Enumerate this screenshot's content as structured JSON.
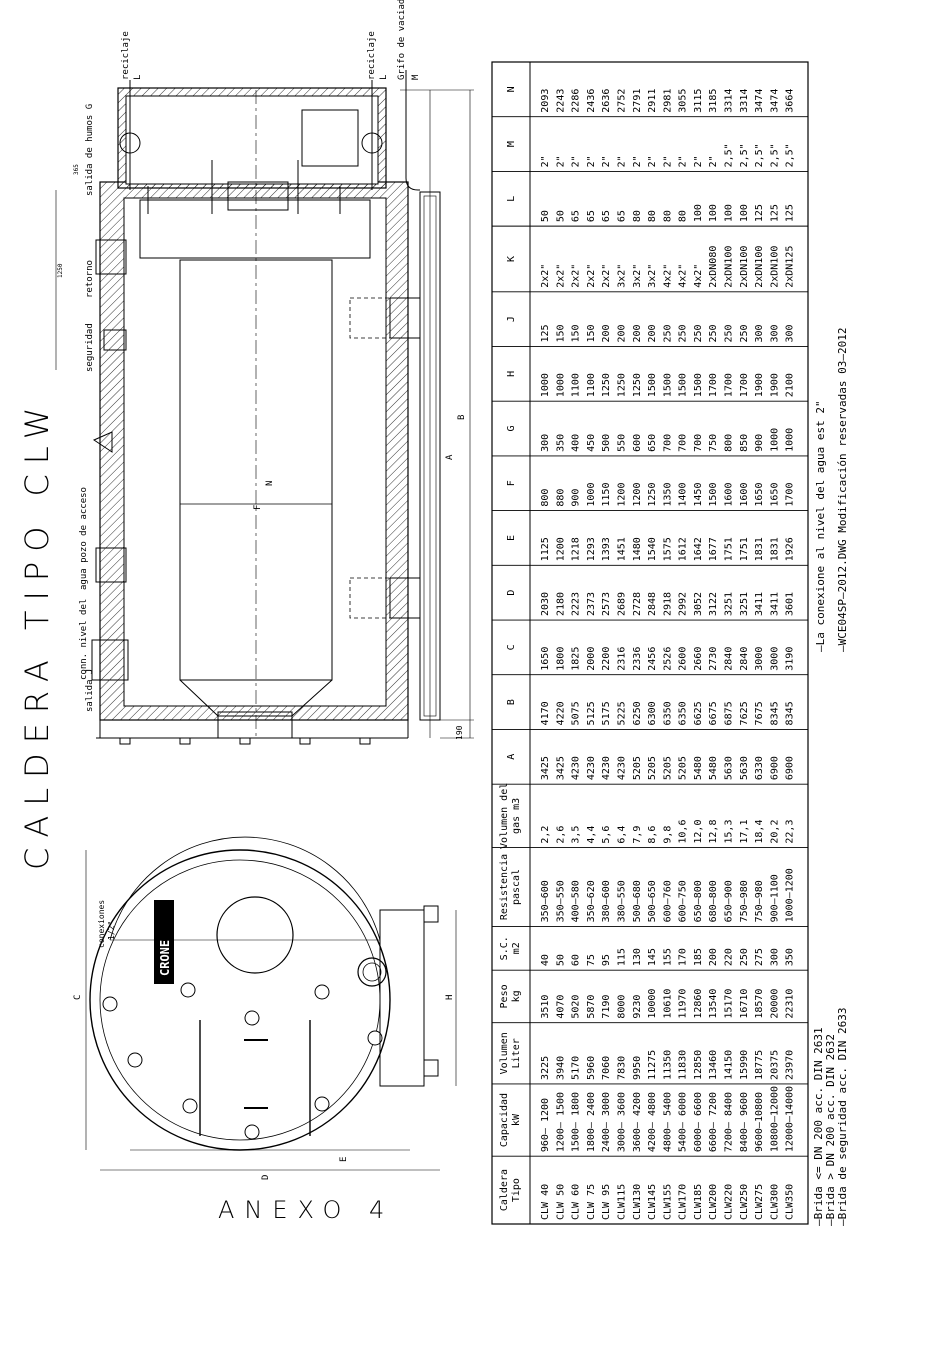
{
  "title": "CALDERA TIPO CLW",
  "annex": "ANEXO 4",
  "side_view_labels": {
    "reciclaje_left": "reciclaje",
    "L_left": "L",
    "reciclaje_right": "reciclaje",
    "L_right": "L",
    "grifo": "Grifo de vaciado",
    "M": "M",
    "salida_humos": "salida de humos G",
    "retorno": "retorno",
    "seguridad": "seguridad",
    "pozo_acceso": "agua pozo de acceso",
    "conn_nivel": "conn. nivel del",
    "salida_J": "salida J",
    "A": "A",
    "B": "B",
    "N": "N",
    "F": "F",
    "dim_365": "365",
    "dim_1250": "1250",
    "dim_190": "190"
  },
  "front_view_labels": {
    "conexiones": "conexiones",
    "conexiones_size": "1/2\"",
    "brand": "CRONE",
    "C": "C",
    "H": "H",
    "D": "D",
    "E": "E"
  },
  "table": {
    "headers": [
      [
        "Caldera",
        "Tipo"
      ],
      [
        "Capacidad",
        "kW"
      ],
      [
        "Volumen",
        "Liter"
      ],
      [
        "Peso",
        "kg"
      ],
      [
        "S.C.",
        "m2"
      ],
      [
        "Resistencia",
        "pascal"
      ],
      [
        "Volumen del",
        "gas m3"
      ],
      [
        "A"
      ],
      [
        "B"
      ],
      [
        "C"
      ],
      [
        "D"
      ],
      [
        "E"
      ],
      [
        "F"
      ],
      [
        "G"
      ],
      [
        "H"
      ],
      [
        "J"
      ],
      [
        "K"
      ],
      [
        "L"
      ],
      [
        "M"
      ],
      [
        "N"
      ]
    ],
    "rows": [
      [
        "CLW 40",
        "960– 1200",
        "3225",
        "3510",
        "40",
        "350–600",
        "2,2",
        "3425",
        "4170",
        "1650",
        "2030",
        "1125",
        "800",
        "300",
        "1000",
        "125",
        "2x2\"",
        "50",
        "2\"",
        "2093"
      ],
      [
        "CLW 50",
        "1200– 1500",
        "3940",
        "4070",
        "50",
        "350–550",
        "2,6",
        "3425",
        "4220",
        "1800",
        "2180",
        "1200",
        "880",
        "350",
        "1000",
        "150",
        "2x2\"",
        "50",
        "2\"",
        "2243"
      ],
      [
        "CLW 60",
        "1500– 1800",
        "5170",
        "5020",
        "60",
        "400–580",
        "3,5",
        "4230",
        "5075",
        "1825",
        "2223",
        "1218",
        "900",
        "400",
        "1100",
        "150",
        "2x2\"",
        "65",
        "2\"",
        "2286"
      ],
      [
        "CLW 75",
        "1800– 2400",
        "5960",
        "5870",
        "75",
        "350–620",
        "4,4",
        "4230",
        "5125",
        "2000",
        "2373",
        "1293",
        "1000",
        "450",
        "1100",
        "150",
        "2x2\"",
        "65",
        "2\"",
        "2436"
      ],
      [
        "CLW 95",
        "2400– 3000",
        "7060",
        "7190",
        "95",
        "380–600",
        "5,6",
        "4230",
        "5175",
        "2200",
        "2573",
        "1393",
        "1150",
        "500",
        "1250",
        "200",
        "2x2\"",
        "65",
        "2\"",
        "2636"
      ],
      [
        "CLW115",
        "3000– 3600",
        "7830",
        "8000",
        "115",
        "380–550",
        "6,4",
        "4230",
        "5225",
        "2316",
        "2689",
        "1451",
        "1200",
        "550",
        "1250",
        "200",
        "3x2\"",
        "65",
        "2\"",
        "2752"
      ],
      [
        "CLW130",
        "3600– 4200",
        "9950",
        "9230",
        "130",
        "500–680",
        "7,9",
        "5205",
        "6250",
        "2336",
        "2728",
        "1480",
        "1200",
        "600",
        "1250",
        "200",
        "3x2\"",
        "80",
        "2\"",
        "2791"
      ],
      [
        "CLW145",
        "4200– 4800",
        "11275",
        "10000",
        "145",
        "500–650",
        "8,6",
        "5205",
        "6300",
        "2456",
        "2848",
        "1540",
        "1250",
        "650",
        "1500",
        "200",
        "3x2\"",
        "80",
        "2\"",
        "2911"
      ],
      [
        "CLW155",
        "4800– 5400",
        "11350",
        "10610",
        "155",
        "600–760",
        "9,8",
        "5205",
        "6350",
        "2526",
        "2918",
        "1575",
        "1350",
        "700",
        "1500",
        "250",
        "4x2\"",
        "80",
        "2\"",
        "2981"
      ],
      [
        "CLW170",
        "5400– 6000",
        "11830",
        "11970",
        "170",
        "600–750",
        "10,6",
        "5205",
        "6350",
        "2600",
        "2992",
        "1612",
        "1400",
        "700",
        "1500",
        "250",
        "4x2\"",
        "80",
        "2\"",
        "3055"
      ],
      [
        "CLW185",
        "6000– 6600",
        "12850",
        "12860",
        "185",
        "650–800",
        "12,0",
        "5480",
        "6625",
        "2660",
        "3052",
        "1642",
        "1450",
        "700",
        "1500",
        "250",
        "4x2\"",
        "100",
        "2\"",
        "3115"
      ],
      [
        "CLW200",
        "6600– 7200",
        "13460",
        "13540",
        "200",
        "680–800",
        "12,8",
        "5480",
        "6675",
        "2730",
        "3122",
        "1677",
        "1500",
        "750",
        "1700",
        "250",
        "2xDN080",
        "100",
        "2\"",
        "3185"
      ],
      [
        "CLW220",
        "7200– 8400",
        "14150",
        "15170",
        "220",
        "650–900",
        "15,3",
        "5630",
        "6875",
        "2840",
        "3251",
        "1751",
        "1600",
        "800",
        "1700",
        "250",
        "2xDN100",
        "100",
        "2,5\"",
        "3314"
      ],
      [
        "CLW250",
        "8400– 9600",
        "15990",
        "16710",
        "250",
        "750–980",
        "17,1",
        "5630",
        "7625",
        "2840",
        "3251",
        "1751",
        "1600",
        "850",
        "1700",
        "250",
        "2xDN100",
        "100",
        "2,5\"",
        "3314"
      ],
      [
        "CLW275",
        "9600–10800",
        "18775",
        "18570",
        "275",
        "750–980",
        "18,4",
        "6330",
        "7675",
        "3000",
        "3411",
        "1831",
        "1650",
        "900",
        "1900",
        "300",
        "2xDN100",
        "125",
        "2,5\"",
        "3474"
      ],
      [
        "CLW300",
        "10800–12000",
        "20375",
        "20000",
        "300",
        "900–1100",
        "20,2",
        "6900",
        "8345",
        "3000",
        "3411",
        "1831",
        "1650",
        "1000",
        "1900",
        "300",
        "2xDN100",
        "125",
        "2,5\"",
        "3474"
      ],
      [
        "CLW350",
        "12000–14000",
        "23970",
        "22310",
        "350",
        "1000–1200",
        "22,3",
        "6900",
        "8345",
        "3190",
        "3601",
        "1926",
        "1700",
        "1000",
        "2100",
        "300",
        "2xDN125",
        "125",
        "2,5\"",
        "3664"
      ]
    ]
  },
  "notes_bottom": [
    "–Brida <= DN 200 acc. DIN 2631",
    "–Brida > DN 200 acc. DIN 2632",
    "–Brida de seguridad acc. DIN 2633"
  ],
  "notes_right": [
    "–La conexione al nivel del agua est 2\"",
    "–WCE04SP–2012.DWG Modificación reservadas 03–2012"
  ]
}
